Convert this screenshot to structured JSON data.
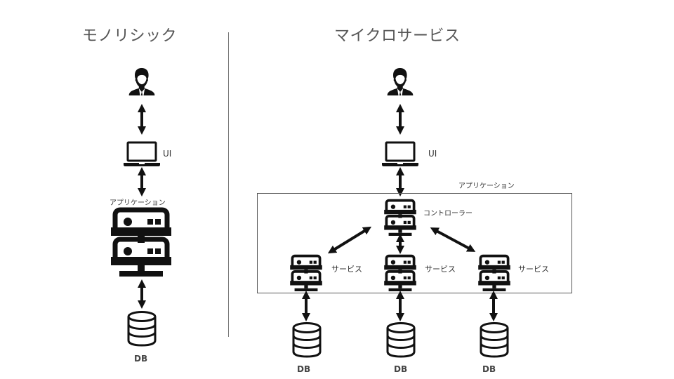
{
  "monolith": {
    "title": "モノリシック",
    "ui_label": "UI",
    "app_label": "アプリケーション",
    "db_label": "DB",
    "icons": [
      "user-icon",
      "laptop-icon",
      "server-icon",
      "database-icon"
    ]
  },
  "microservices": {
    "title": "マイクロサービス",
    "ui_label": "UI",
    "app_label": "アプリケーション",
    "controller_label": "コントローラー",
    "services": [
      {
        "label": "サービス",
        "db_label": "DB"
      },
      {
        "label": "サービス",
        "db_label": "DB"
      },
      {
        "label": "サービス",
        "db_label": "DB"
      }
    ]
  }
}
